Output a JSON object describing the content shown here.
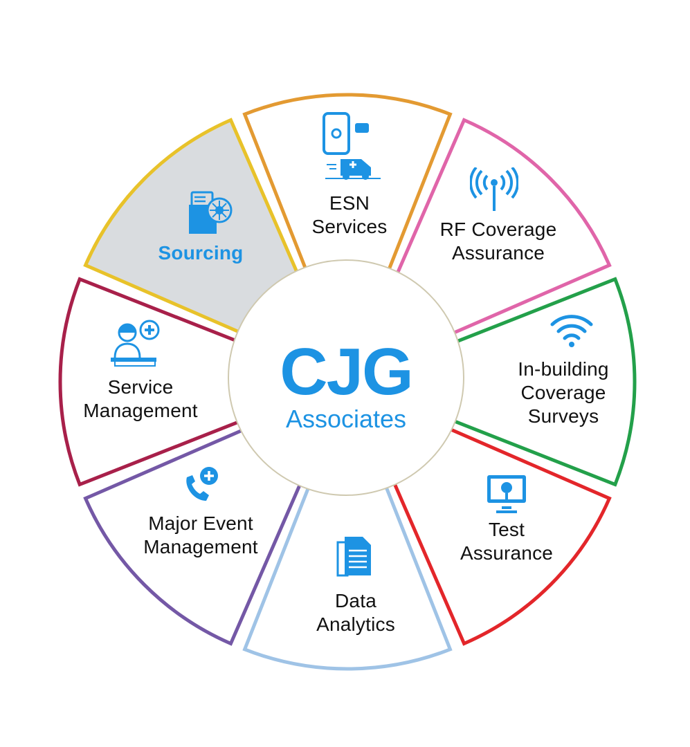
{
  "center": {
    "title": "CJG",
    "subtitle": "Associates",
    "color": "#1d93e3"
  },
  "segments": [
    {
      "label": "ESN Services",
      "lines": [
        "ESN",
        "Services"
      ],
      "color": "#e39a32",
      "icon": "phone-ambulance-icon",
      "highlighted": false
    },
    {
      "label": "RF Coverage Assurance",
      "lines": [
        "RF Coverage",
        "Assurance"
      ],
      "color": "#e065a9",
      "icon": "antenna-signal-icon",
      "highlighted": false
    },
    {
      "label": "In-building Coverage Surveys",
      "lines": [
        "In-building",
        "Coverage",
        "Surveys"
      ],
      "color": "#23a04a",
      "icon": "wifi-icon",
      "highlighted": false
    },
    {
      "label": "Test Assurance",
      "lines": [
        "Test",
        "Assurance"
      ],
      "color": "#e3262a",
      "icon": "monitor-search-icon",
      "highlighted": false
    },
    {
      "label": "Data Analytics",
      "lines": [
        "Data",
        "Analytics"
      ],
      "color": "#9fc3e6",
      "icon": "document-icon",
      "highlighted": false
    },
    {
      "label": "Major Event Management",
      "lines": [
        "Major Event",
        "Management"
      ],
      "color": "#7458a6",
      "icon": "phone-plus-icon",
      "highlighted": false
    },
    {
      "label": "Service Management",
      "lines": [
        "Service",
        "Management"
      ],
      "color": "#a8204a",
      "icon": "support-agent-icon",
      "highlighted": false
    },
    {
      "label": "Sourcing",
      "lines": [
        "Sourcing"
      ],
      "color": "#e8c22a",
      "icon": "folder-network-icon",
      "highlighted": true,
      "fill": "#d9dcdf"
    }
  ]
}
